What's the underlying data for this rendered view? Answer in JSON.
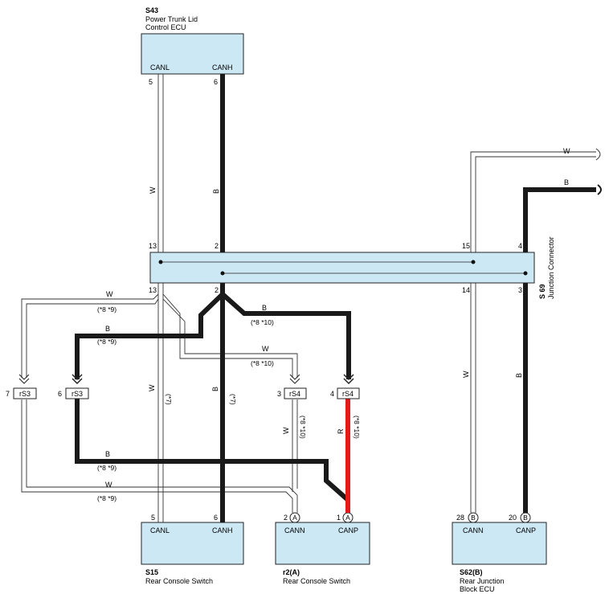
{
  "components": {
    "s43": {
      "code": "S43",
      "name_line1": "Power Trunk Lid",
      "name_line2": "Control ECU",
      "terminals": [
        {
          "label": "CANL",
          "pin": "5"
        },
        {
          "label": "CANH",
          "pin": "6"
        }
      ]
    },
    "s15": {
      "code": "S15",
      "name_line1": "Rear Console Switch",
      "terminals": [
        {
          "label": "CANL",
          "pin": "5"
        },
        {
          "label": "CANH",
          "pin": "6"
        }
      ]
    },
    "r2": {
      "code": "r2(A)",
      "name_line1": "Rear Console Switch",
      "terminals": [
        {
          "label": "CANN",
          "pin": "2",
          "connector": "A"
        },
        {
          "label": "CANP",
          "pin": "1",
          "connector": "A"
        }
      ]
    },
    "s62": {
      "code": "S62(B)",
      "name_line1": "Rear Junction",
      "name_line2": "Block ECU",
      "terminals": [
        {
          "label": "CANN",
          "pin": "28",
          "connector": "B"
        },
        {
          "label": "CANP",
          "pin": "20",
          "connector": "B"
        }
      ]
    }
  },
  "junction": {
    "code": "S 69",
    "name": "Junction Connector",
    "top_pins": [
      "13",
      "2",
      "15",
      "4"
    ],
    "bottom_pins": [
      "13",
      "2",
      "14",
      "3"
    ]
  },
  "connectors": [
    {
      "name": "rS3",
      "pin": "7"
    },
    {
      "name": "rS3",
      "pin": "6"
    },
    {
      "name": "rS4",
      "pin": "3"
    },
    {
      "name": "rS4",
      "pin": "4"
    }
  ],
  "wire_colors": {
    "white": "W",
    "black": "B",
    "red": "R"
  },
  "notes": {
    "n89": "(*8 *9)",
    "n810": "(*8 *10)",
    "n7": "(*7)"
  },
  "colors": {
    "box_fill": "#cde8f5",
    "wire_black": "#1a1a1a",
    "wire_red": "#e41a1a",
    "wire_white": "#ffffff"
  }
}
